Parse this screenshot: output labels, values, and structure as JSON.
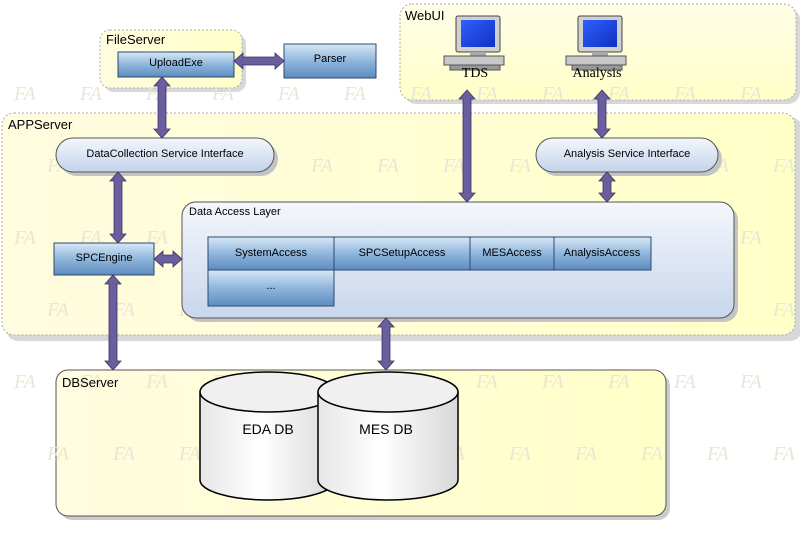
{
  "containers": {
    "file_server": "FileServer",
    "web_ui": "WebUI",
    "app_server": "APPServer",
    "data_access_layer": "Data Access Layer",
    "db_server": "DBServer"
  },
  "components": {
    "upload_exe": "UploadExe",
    "parser": "Parser",
    "tds": "TDS",
    "analysis": "Analysis",
    "data_collection_service": "DataCollection Service Interface",
    "analysis_service": "Analysis Service Interface",
    "spc_engine": "SPCEngine",
    "system_access": "SystemAccess",
    "spc_setup_access": "SPCSetupAccess",
    "mes_access": "MESAccess",
    "analysis_access": "AnalysisAccess",
    "more_access": "...",
    "eda_db": "EDA DB",
    "mes_db": "MES DB"
  },
  "watermark": "FA",
  "colors": {
    "yellow_fill": "#ffffd0",
    "box_blue": "#6c9bc8",
    "arrow_purple": "#6a5e9e"
  }
}
